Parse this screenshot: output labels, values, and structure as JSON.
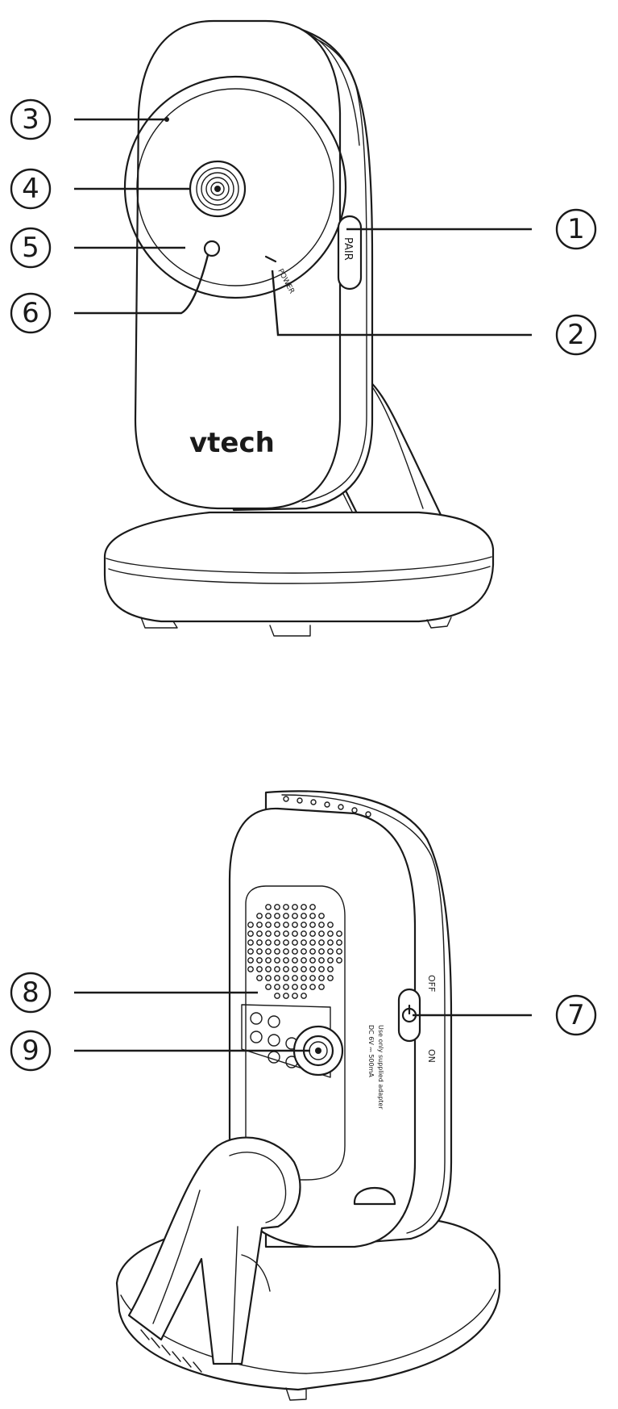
{
  "front_view": {
    "brand": "vtech",
    "pair_label": "PAIR",
    "power_label": "POWER"
  },
  "back_view": {
    "off_label": "OFF",
    "on_label": "ON",
    "adapter_label_line1": "DC 6V ⎓ 500mA",
    "adapter_label_line2": "Use only supplied adapter"
  },
  "callouts": {
    "c1": "1",
    "c2": "2",
    "c3": "3",
    "c4": "4",
    "c5": "5",
    "c6": "6",
    "c7": "7",
    "c8": "8",
    "c9": "9"
  }
}
